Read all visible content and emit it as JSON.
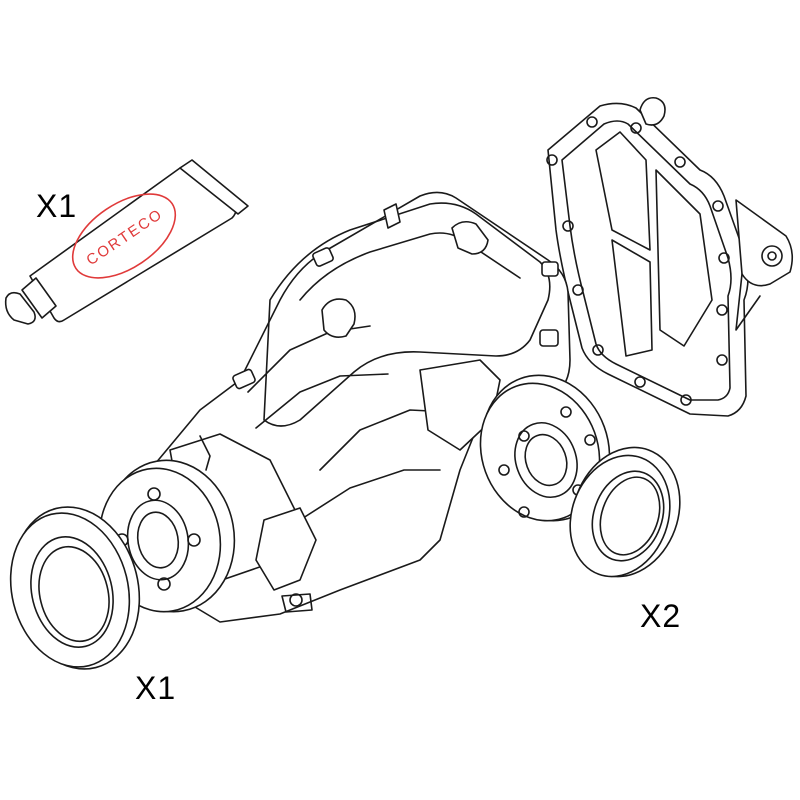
{
  "labels": {
    "sealant_tube_qty": "X1",
    "left_seal_qty": "X1",
    "right_seal_qty": "X2"
  },
  "tube": {
    "brand": "CORTECO",
    "brand_color": "#e03a3a"
  },
  "line_color": "#1a1a1a"
}
